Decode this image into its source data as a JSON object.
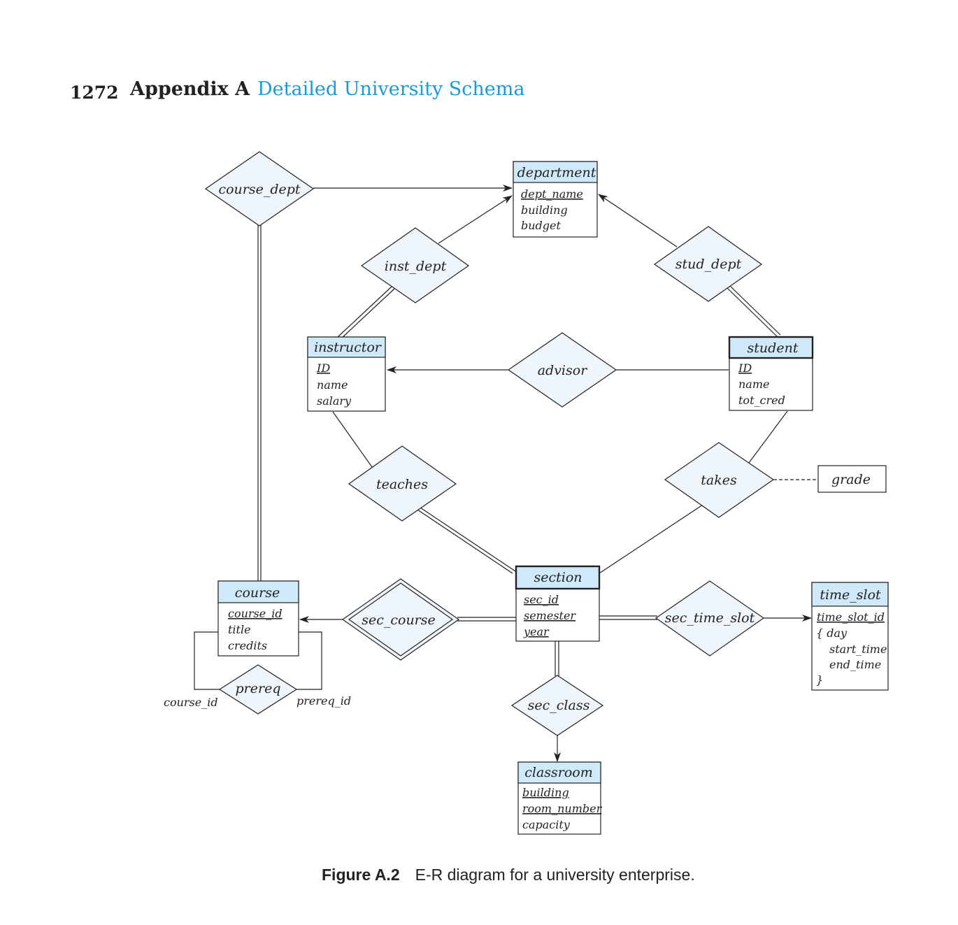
{
  "header": {
    "page_number": "1272",
    "appendix": "Appendix A",
    "title": "Detailed University Schema"
  },
  "caption": {
    "label": "Figure A.2",
    "text": "E-R diagram for a university enterprise."
  },
  "colors": {
    "entity_header": "#cfe9f8",
    "relationship_fill": "#eef6fc",
    "title_accent": "#1a9ad6"
  },
  "entities": {
    "department": {
      "title": "department",
      "attrs": [
        "dept_name",
        "building",
        "budget"
      ]
    },
    "instructor": {
      "title": "instructor",
      "attrs": [
        "ID",
        "name",
        "salary"
      ]
    },
    "student": {
      "title": "student",
      "attrs": [
        "ID",
        "name",
        "tot_cred"
      ]
    },
    "section": {
      "title": "section",
      "attrs": [
        "sec_id",
        "semester",
        "year"
      ]
    },
    "course": {
      "title": "course",
      "attrs": [
        "course_id",
        "title",
        "credits"
      ]
    },
    "time_slot": {
      "title": "time_slot",
      "attrs": [
        "time_slot_id",
        "{  day",
        "start_time",
        "end_time",
        "}"
      ]
    },
    "classroom": {
      "title": "classroom",
      "attrs": [
        "building",
        "room_number",
        "capacity"
      ]
    }
  },
  "relationships": {
    "course_dept": "course_dept",
    "inst_dept": "inst_dept",
    "stud_dept": "stud_dept",
    "advisor": "advisor",
    "teaches": "teaches",
    "takes": "takes",
    "sec_course": "sec_course",
    "sec_time_slot": "sec_time_slot",
    "sec_class": "sec_class",
    "prereq": "prereq"
  },
  "relationship_attribute": "grade",
  "roles": {
    "left": "course_id",
    "right": "prereq_id"
  }
}
